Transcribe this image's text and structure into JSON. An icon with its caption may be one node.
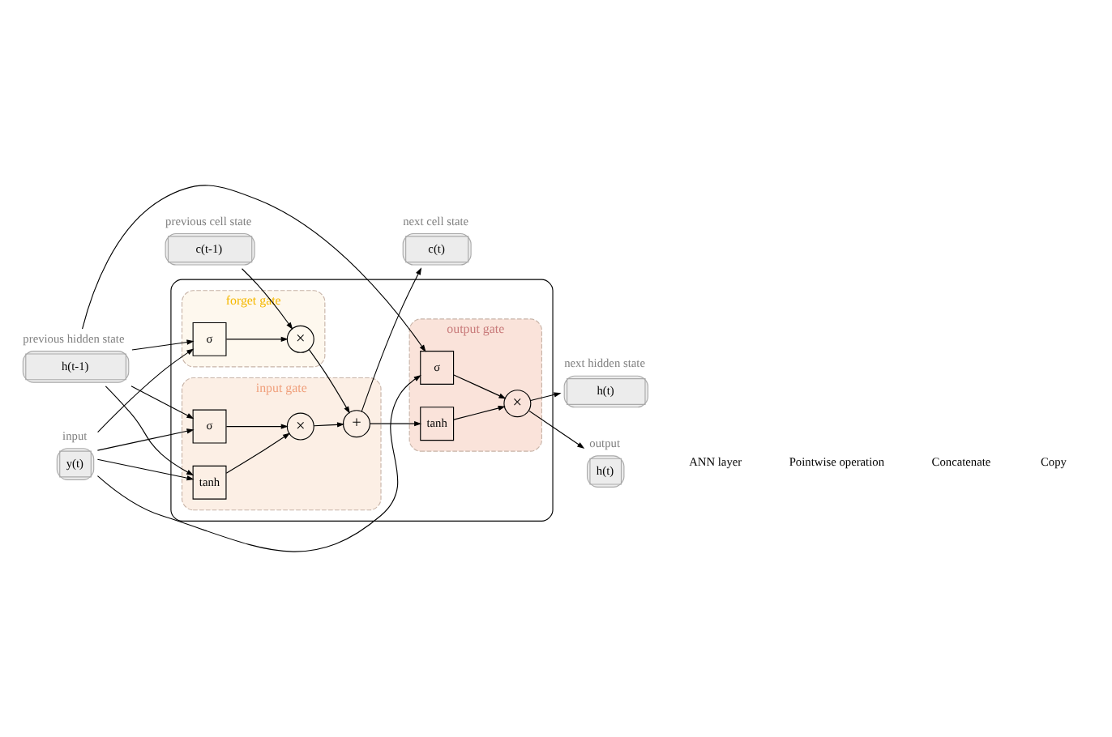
{
  "diagram": {
    "nodes": [
      {
        "text": [],
        "shape": "box"
      },
      {
        "text": [
          "forget gate"
        ],
        "in": 0
      },
      {
        "text": [
          "input gate"
        ],
        "in": 0
      },
      {
        "text": [
          "output gate"
        ],
        "in": 0
      },
      {
        "text": [
          "σ"
        ],
        "in": 1
      },
      {
        "text": [
          "×"
        ],
        "in": 1
      },
      {
        "text": [
          "σ"
        ],
        "in": 2
      },
      {
        "text": [
          "tanh"
        ],
        "in": 2
      },
      {
        "text": [
          "×"
        ],
        "in": 2
      },
      {
        "text": [
          "+"
        ],
        "in": 2
      },
      {
        "text": [
          "σ"
        ],
        "in": 3
      },
      {
        "text": [
          "tanh"
        ],
        "in": 3
      },
      {
        "text": [
          "×"
        ],
        "in": 3
      },
      {
        "text": [
          "c(t-1)"
        ],
        "beside": [
          "previous cell state"
        ]
      },
      {
        "text": [
          "h(t-1)"
        ],
        "beside": [
          "previous hidden state"
        ]
      },
      {
        "text": [
          "y(t)"
        ],
        "beside": [
          "input"
        ]
      },
      {
        "text": [
          "c(t)"
        ],
        "beside": [
          "next cell state"
        ]
      },
      {
        "text": [
          "h(t)"
        ],
        "beside": [
          "next hidden state"
        ]
      },
      {
        "text": [
          "h(t)"
        ],
        "beside": [
          "output"
        ]
      }
    ],
    "edges": [
      {
        "from": 13,
        "to": 5,
        "arrow": "to"
      },
      {
        "from": 5,
        "to": 9,
        "arrow": "to"
      },
      {
        "from": 9,
        "to": 16,
        "arrow": "to"
      },
      {
        "from": 9,
        "to": 11,
        "arrow": "to"
      },
      {
        "from": 14,
        "to": 4,
        "arrow": "to"
      },
      {
        "from": 14,
        "to": 6,
        "arrow": "to"
      },
      {
        "from": 14,
        "to": 7,
        "arrow": "to"
      },
      {
        "from": 14,
        "to": 10,
        "arrow": "to"
      },
      {
        "from": 15,
        "to": 4,
        "arrow": "to"
      },
      {
        "from": 15,
        "to": 6,
        "arrow": "to"
      },
      {
        "from": 15,
        "to": 7,
        "arrow": "to"
      },
      {
        "from": 15,
        "to": 10,
        "arrow": "to"
      },
      {
        "from": 4,
        "to": 5,
        "arrow": "to"
      },
      {
        "from": 6,
        "to": 8,
        "arrow": "to"
      },
      {
        "from": 7,
        "to": 8,
        "arrow": "to"
      },
      {
        "from": 8,
        "to": 9,
        "arrow": "to"
      },
      {
        "from": 11,
        "to": 12,
        "arrow": "to"
      },
      {
        "from": 10,
        "to": 12,
        "arrow": "to"
      },
      {
        "from": 12,
        "to": 18,
        "arrow": "to"
      },
      {
        "from": 12,
        "to": 17,
        "arrow": "to"
      }
    ],
    "legend": [
      {
        "text": "ANN layer"
      },
      {
        "text": "Pointwise operation"
      },
      {
        "text": "Concatenate"
      },
      {
        "text": "Copy"
      }
    ]
  }
}
